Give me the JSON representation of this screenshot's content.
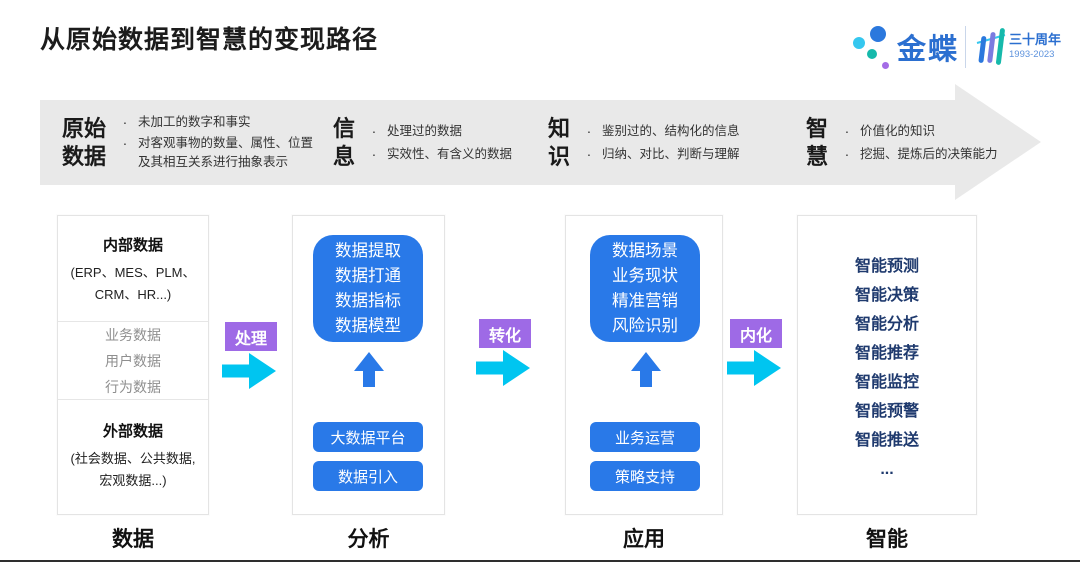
{
  "page": {
    "title": "从原始数据到智慧的变现路径"
  },
  "logo": {
    "brand": "金蝶",
    "anniversary": "三十周年",
    "years": "1993-2023"
  },
  "banner": {
    "bullet_char": "·",
    "stages": [
      {
        "title_line1": "原始",
        "title_line2": "数据",
        "bullets": [
          "未加工的数字和事实",
          "对客观事物的数量、属性、位置及其相互关系进行抽象表示"
        ]
      },
      {
        "title_line1": "信",
        "title_line2": "息",
        "bullets": [
          "处理过的数据",
          "实效性、有含义的数据"
        ]
      },
      {
        "title_line1": "知",
        "title_line2": "识",
        "bullets": [
          "鉴别过的、结构化的信息",
          "归纳、对比、判断与理解"
        ]
      },
      {
        "title_line1": "智",
        "title_line2": "慧",
        "bullets": [
          "价值化的知识",
          "挖掘、提炼后的决策能力"
        ]
      }
    ]
  },
  "connectors": [
    {
      "label": "处理"
    },
    {
      "label": "转化"
    },
    {
      "label": "内化"
    }
  ],
  "columns": {
    "data": {
      "label": "数据",
      "internal_title": "内部数据",
      "internal_subtitle": "(ERP、MES、PLM、CRM、HR...)",
      "middle_items": [
        "业务数据",
        "用户数据",
        "行为数据"
      ],
      "external_title": "外部数据",
      "external_subtitle": "(社会数据、公共数据, 宏观数据...)"
    },
    "analysis": {
      "label": "分析",
      "card_lines": [
        "数据提取",
        "数据打通",
        "数据指标",
        "数据模型"
      ],
      "buttons": [
        "大数据平台",
        "数据引入"
      ]
    },
    "application": {
      "label": "应用",
      "card_lines": [
        "数据场景",
        "业务现状",
        "精准营销",
        "风险识别"
      ],
      "buttons": [
        "业务运营",
        "策略支持"
      ]
    },
    "intelligence": {
      "label": "智能",
      "items": [
        "智能预测",
        "智能决策",
        "智能分析",
        "智能推荐",
        "智能监控",
        "智能预警",
        "智能推送",
        "..."
      ]
    }
  },
  "colors": {
    "primary_blue": "#2979e8",
    "navy_text": "#1f3a6e",
    "cyan_arrow": "#00c5f0",
    "purple_badge": "#9e6ae6",
    "banner_gray": "#e9e9e9",
    "brand_blue": "#2b6fd0"
  }
}
